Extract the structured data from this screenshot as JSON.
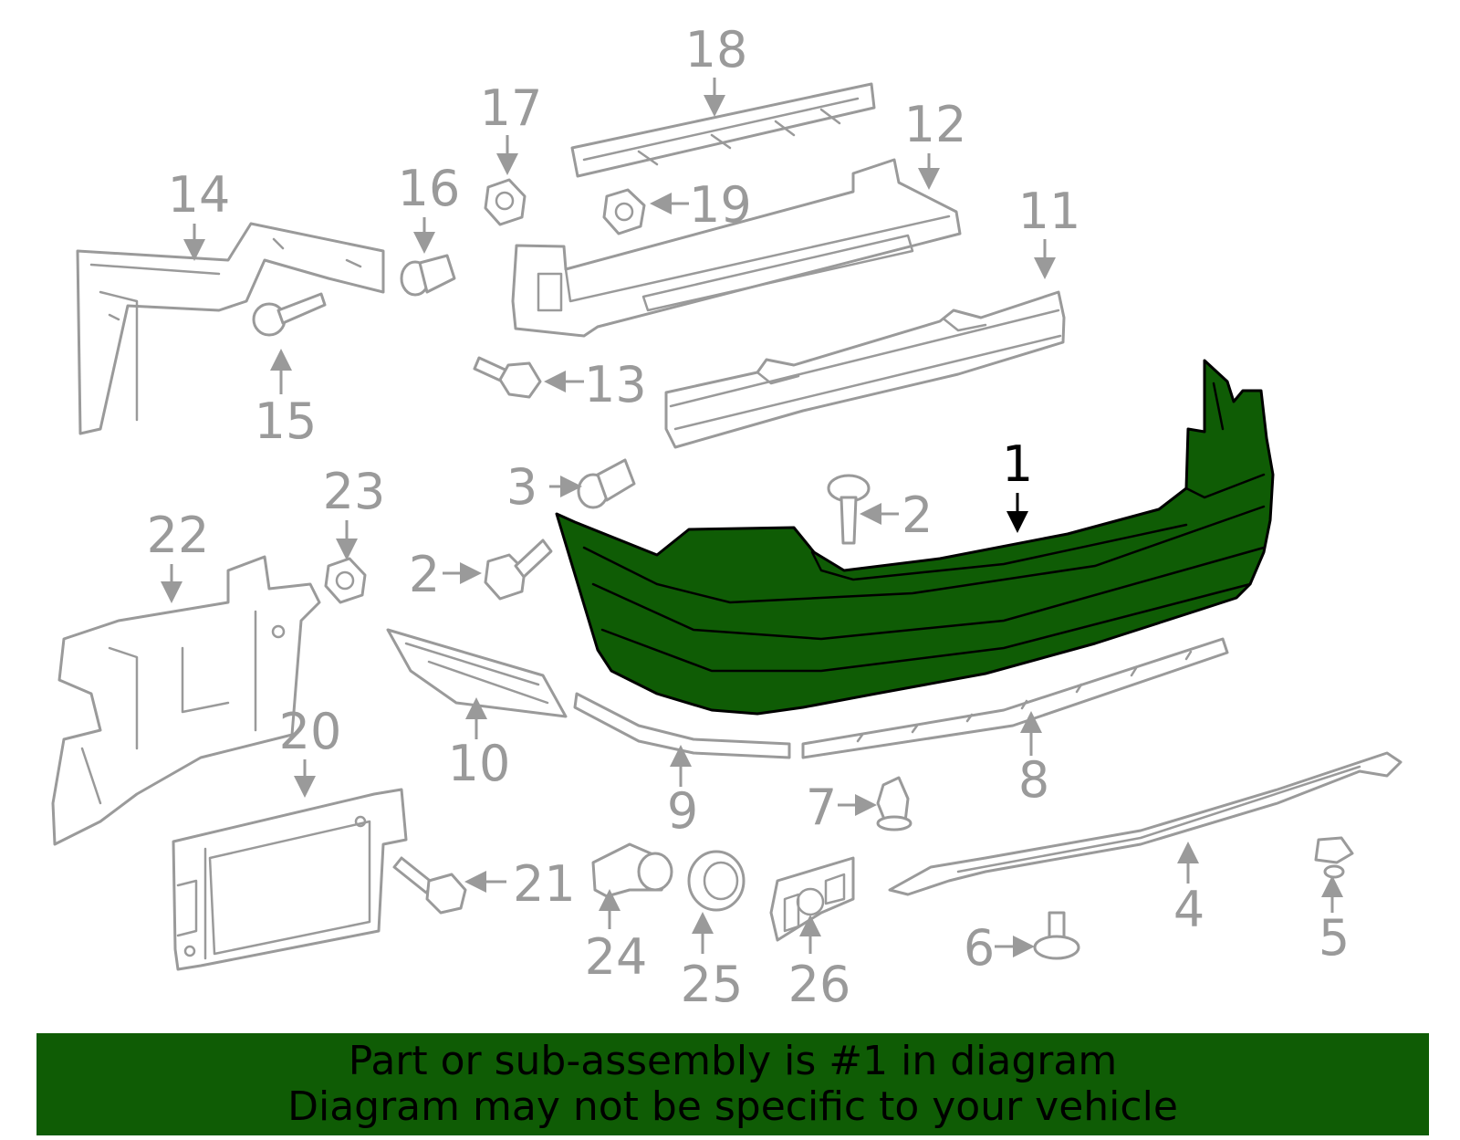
{
  "diagram": {
    "highlight_color": "#0f5c05",
    "part_color": "#9a9a9a",
    "highlighted_part": "1",
    "callouts": {
      "p1": "1",
      "p2a": "2",
      "p2b": "2",
      "p3": "3",
      "p4": "4",
      "p5": "5",
      "p6": "6",
      "p7": "7",
      "p8": "8",
      "p9": "9",
      "p10": "10",
      "p11": "11",
      "p12": "12",
      "p13": "13",
      "p14": "14",
      "p15": "15",
      "p16": "16",
      "p17": "17",
      "p18": "18",
      "p19": "19",
      "p20": "20",
      "p21": "21",
      "p22": "22",
      "p23": "23",
      "p24": "24",
      "p25": "25",
      "p26": "26"
    }
  },
  "banner": {
    "line1": "Part or sub-assembly is #1 in diagram",
    "line2": "Diagram may not be specific to your vehicle"
  }
}
